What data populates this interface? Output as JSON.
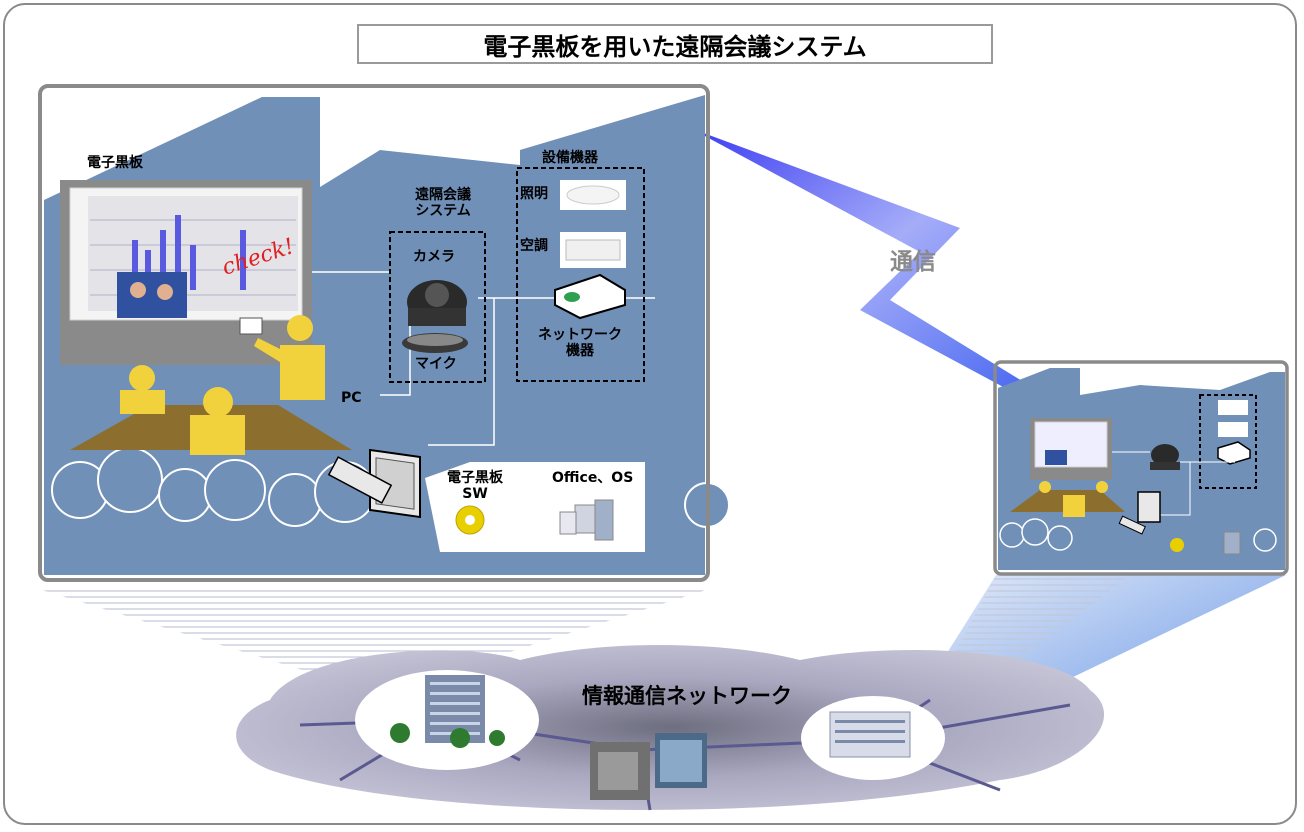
{
  "title": "電子黒板を用いた遠隔会議システム",
  "labels": {
    "whiteboard": "電子黒板",
    "remote_conf_line1": "遠隔会議",
    "remote_conf_line2": "システム",
    "camera": "カメラ",
    "mic": "マイク",
    "facilities": "設備機器",
    "lighting": "照明",
    "aircon": "空調",
    "network_line1": "ネットワーク",
    "network_line2": "機器",
    "pc": "PC",
    "whiteboard_sw_line1": "電子黒板",
    "whiteboard_sw_line2": "SW",
    "office_os": "Office、OS",
    "communication": "通信",
    "info_network": "情報通信ネットワーク",
    "board_scribble": "check!"
  },
  "colors": {
    "building_blue": "#7090b8",
    "person_yellow": "#f2d23c",
    "table_brown": "#8c6e2e",
    "cloud_gray": "#b4b0c6",
    "lightning_blue": "#3c3cf0",
    "frame_gray": "#8a8a8a"
  }
}
